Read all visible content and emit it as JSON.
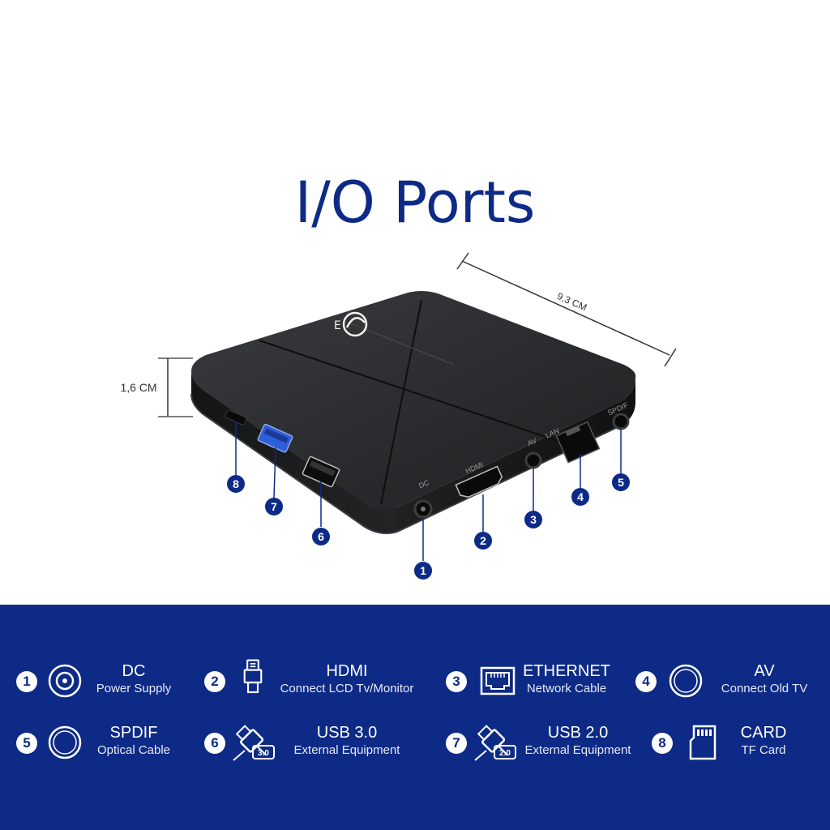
{
  "title": "I/O Ports",
  "dimensions": {
    "length": "9,3 CM",
    "height": "1,6 CM"
  },
  "device_labels": {
    "dc": "DC",
    "hdmi": "HDMI",
    "av": "AV",
    "lan": "LAN",
    "spdif": "SPDIF"
  },
  "callout_numbers": [
    "1",
    "2",
    "3",
    "4",
    "5",
    "6",
    "7",
    "8"
  ],
  "legend": [
    {
      "num": "1",
      "name": "DC",
      "desc": "Power Supply",
      "icon": "dc-port-icon"
    },
    {
      "num": "2",
      "name": "HDMI",
      "desc": "Connect LCD Tv/Monitor",
      "icon": "hdmi-plug-icon"
    },
    {
      "num": "3",
      "name": "ETHERNET",
      "desc": "Network Cable",
      "icon": "ethernet-port-icon"
    },
    {
      "num": "4",
      "name": "AV",
      "desc": "Connect Old TV",
      "icon": "av-port-icon"
    },
    {
      "num": "5",
      "name": "SPDIF",
      "desc": "Optical Cable",
      "icon": "spdif-port-icon"
    },
    {
      "num": "6",
      "name": "USB 3.0",
      "desc": "External Equipment",
      "icon": "usb-plug-icon",
      "badge": "3.0"
    },
    {
      "num": "7",
      "name": "USB 2.0",
      "desc": "External Equipment",
      "icon": "usb-plug-icon",
      "badge": "2.0"
    },
    {
      "num": "8",
      "name": "CARD",
      "desc": "TF Card",
      "icon": "sd-card-icon"
    }
  ],
  "colors": {
    "brand": "#0d2a86",
    "device": "#1b1c1e",
    "usb3": "#2f5fd6"
  }
}
